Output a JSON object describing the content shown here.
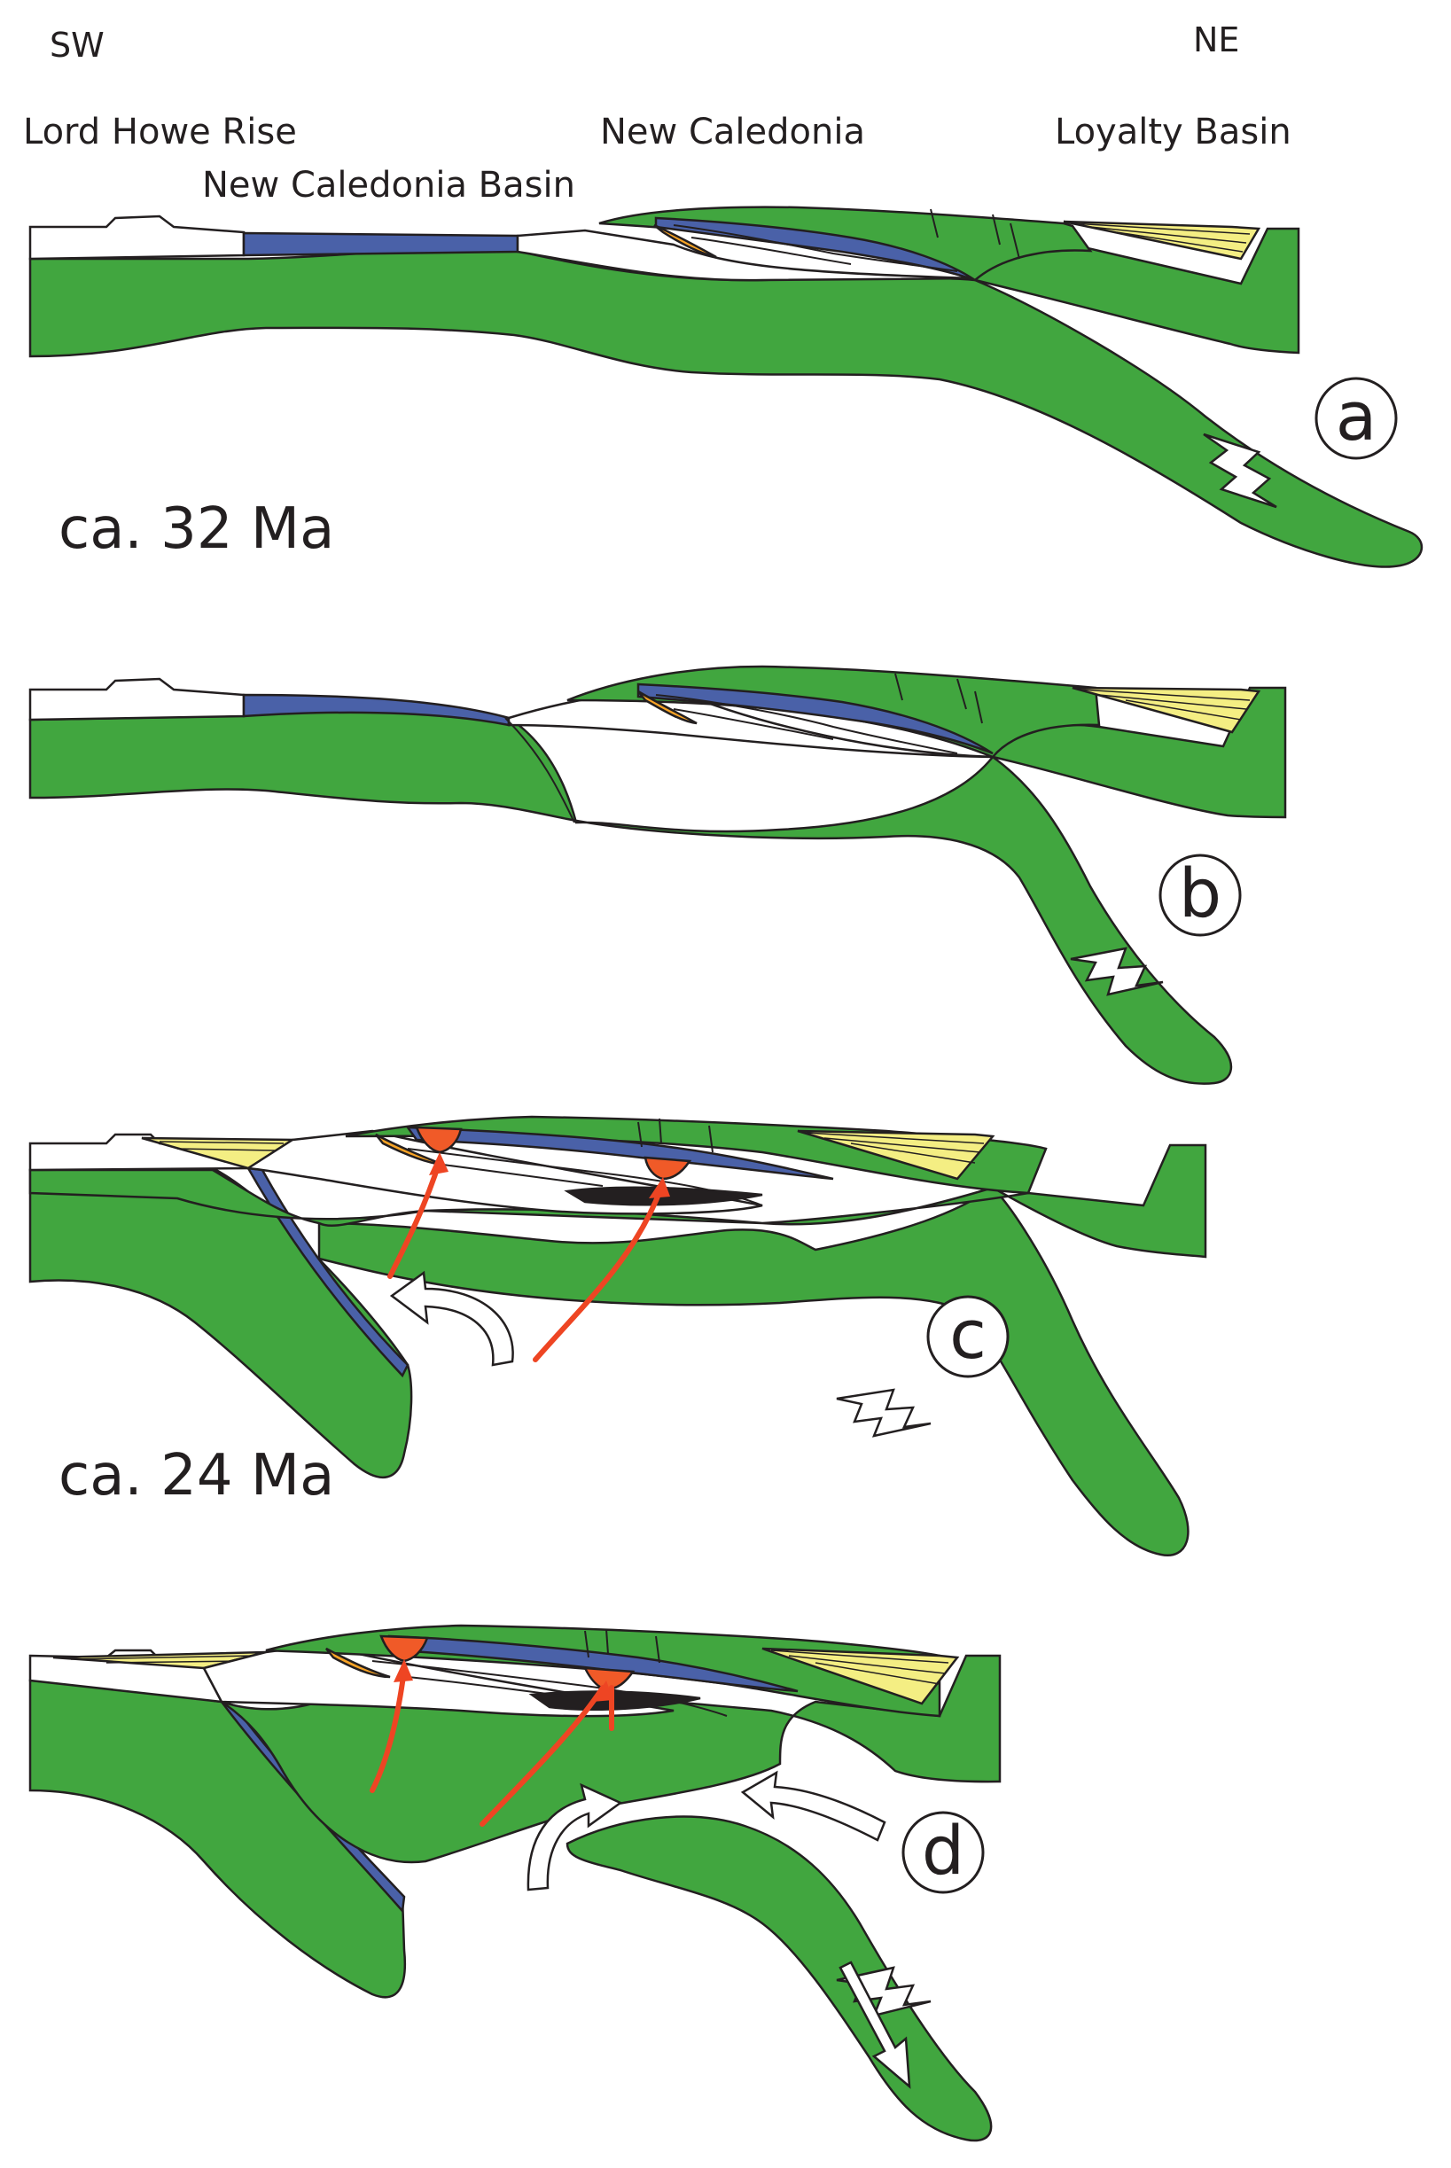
{
  "directions": {
    "left": "SW",
    "right": "NE"
  },
  "places": {
    "lord_howe_rise": "Lord Howe Rise",
    "new_caledonia_basin": "New Caledonia Basin",
    "new_caledonia": "New Caledonia",
    "loyalty_basin": "Loyalty Basin"
  },
  "ages": {
    "first": "ca. 32 Ma",
    "second": "ca. 24 Ma"
  },
  "stages": [
    "a",
    "b",
    "c",
    "d"
  ],
  "colors": {
    "lithosphere": "#41a63f",
    "oceanic_crust": "#4a61a8",
    "sediments": "#f4ee83",
    "orange_unit": "#f7a325",
    "magma": "#f05a28",
    "arrow_melt": "#ee4523",
    "outline": "#231f20"
  }
}
